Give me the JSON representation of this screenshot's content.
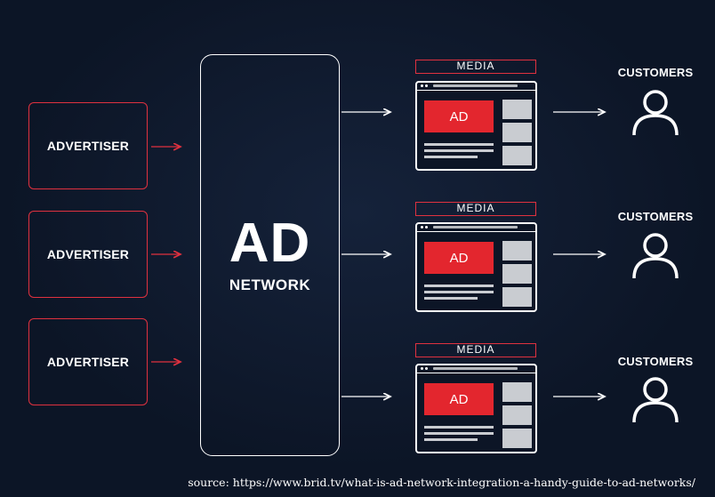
{
  "advertisers": [
    {
      "label": "ADVERTISER"
    },
    {
      "label": "ADVERTISER"
    },
    {
      "label": "ADVERTISER"
    }
  ],
  "network": {
    "big": "AD",
    "small": "NETWORK"
  },
  "media": [
    {
      "label": "MEDIA",
      "ad": "AD"
    },
    {
      "label": "MEDIA",
      "ad": "AD"
    },
    {
      "label": "MEDIA",
      "ad": "AD"
    }
  ],
  "customers": [
    {
      "label": "CUSTOMERS",
      "icon": "person-icon"
    },
    {
      "label": "CUSTOMERS",
      "icon": "person-icon"
    },
    {
      "label": "CUSTOMERS",
      "icon": "person-icon"
    }
  ],
  "source": "source:  https://www.brid.tv/what-is-ad-network-integration-a-handy-guide-to-ad-networks/",
  "colors": {
    "background": "#0c1526",
    "accent": "#e0313f",
    "ad_fill": "#e3262e",
    "line": "#ffffff"
  }
}
